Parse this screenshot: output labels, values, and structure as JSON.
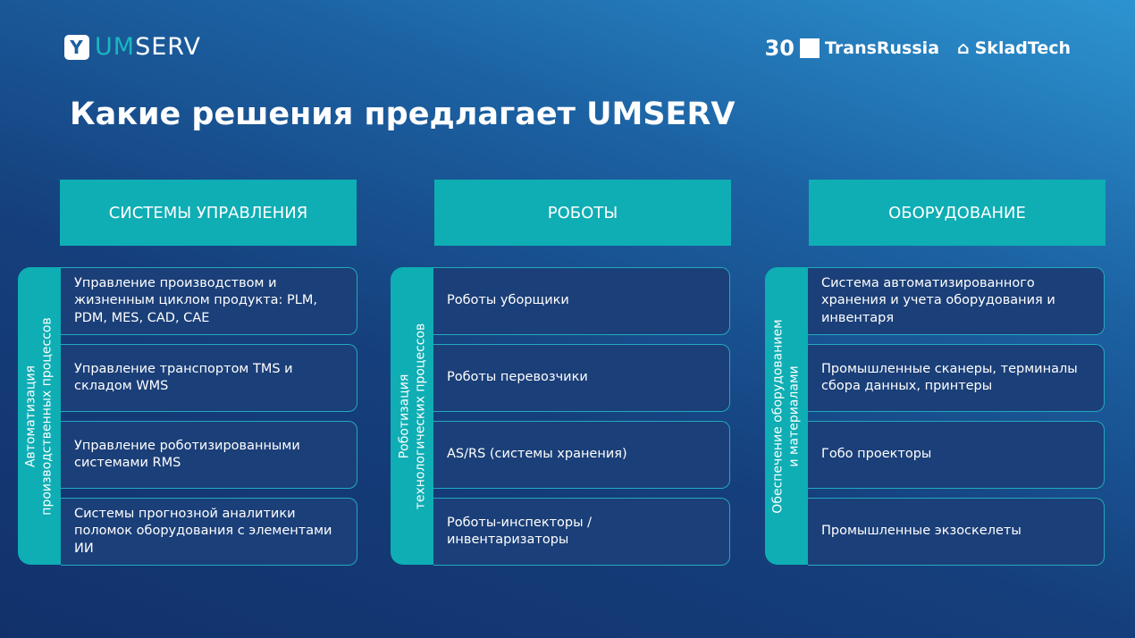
{
  "logo": {
    "mark": "Y",
    "um": "UM",
    "serv": "SERV"
  },
  "partners": {
    "anniv": "30",
    "transrussia": "TransRussia",
    "skladtech": "SkladTech"
  },
  "title": "Какие решения предлагает UMSERV",
  "columns": [
    {
      "header": "СИСТЕМЫ УПРАВЛЕНИЯ",
      "side": "Автоматизация\nпроизводственных процессов",
      "items": [
        "Управление производством и жизненным циклом продукта: PLM, PDM, MES, CAD, CAE",
        "Управление транспортом TMS и складом WMS",
        "Управление роботизированными системами RMS",
        "Системы прогнозной аналитики поломок оборудования с элементами ИИ"
      ]
    },
    {
      "header": "РОБОТЫ",
      "side": "Роботизация\nтехнологических процессов",
      "items": [
        "Роботы уборщики",
        "Роботы перевозчики",
        "AS/RS (системы хранения)",
        "Роботы-инспекторы / инвентаризаторы"
      ]
    },
    {
      "header": "ОБОРУДОВАНИЕ",
      "side": "Обеспечение оборудованием\nи материалами",
      "items": [
        "Система автоматизированного хранения и учета оборудования и инвентаря",
        "Промышленные сканеры, терминалы сбора данных, принтеры",
        "Гобо проекторы",
        "Промышленные экзоскелеты"
      ]
    }
  ]
}
